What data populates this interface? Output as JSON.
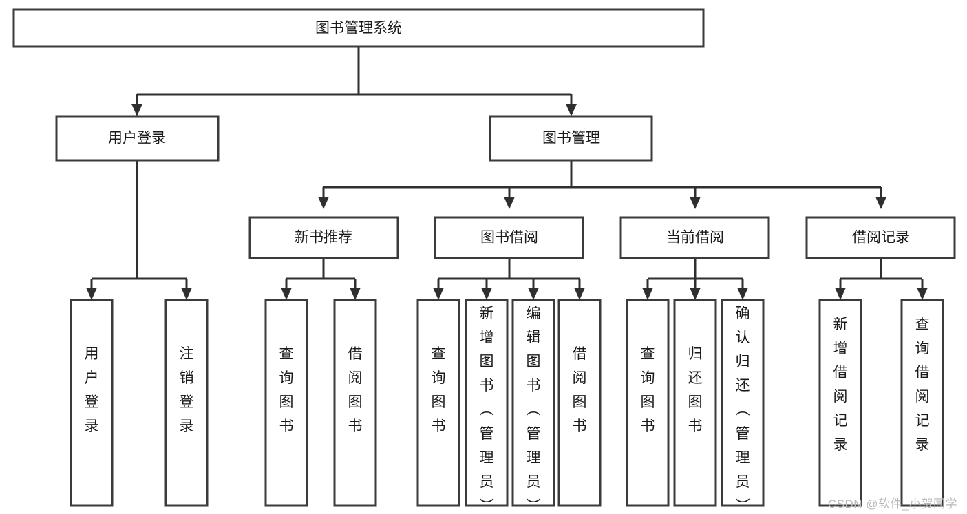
{
  "diagram": {
    "type": "tree",
    "title": "图书管理系统",
    "watermark": "CSDN @软件_小贺同学",
    "colors": {
      "box_stroke": "#3b3b3b",
      "box_fill": "#ffffff",
      "connector": "#2f2f2f",
      "text": "#1a1a1a",
      "watermark": "#b9b9b9",
      "background": "#ffffff"
    },
    "root": {
      "label": "图书管理系统"
    },
    "level2": [
      {
        "label": "用户登录"
      },
      {
        "label": "图书管理"
      }
    ],
    "level3": [
      {
        "label": "新书推荐"
      },
      {
        "label": "图书借阅"
      },
      {
        "label": "当前借阅"
      },
      {
        "label": "借阅记录"
      }
    ],
    "leaves": {
      "user_login": [
        {
          "label": "用户登录"
        },
        {
          "label": "注销登录"
        }
      ],
      "new_book_recommend": [
        {
          "label": "查询图书"
        },
        {
          "label": "借阅图书"
        }
      ],
      "book_borrow": [
        {
          "label": "查询图书"
        },
        {
          "label": "新增图书（管理员）"
        },
        {
          "label": "编辑图书（管理员）"
        },
        {
          "label": "借阅图书"
        }
      ],
      "current_borrow": [
        {
          "label": "查询图书"
        },
        {
          "label": "归还图书"
        },
        {
          "label": "确认归还（管理员）"
        }
      ],
      "borrow_record": [
        {
          "label": "新增借阅记录"
        },
        {
          "label": "查询借阅记录"
        }
      ]
    }
  }
}
